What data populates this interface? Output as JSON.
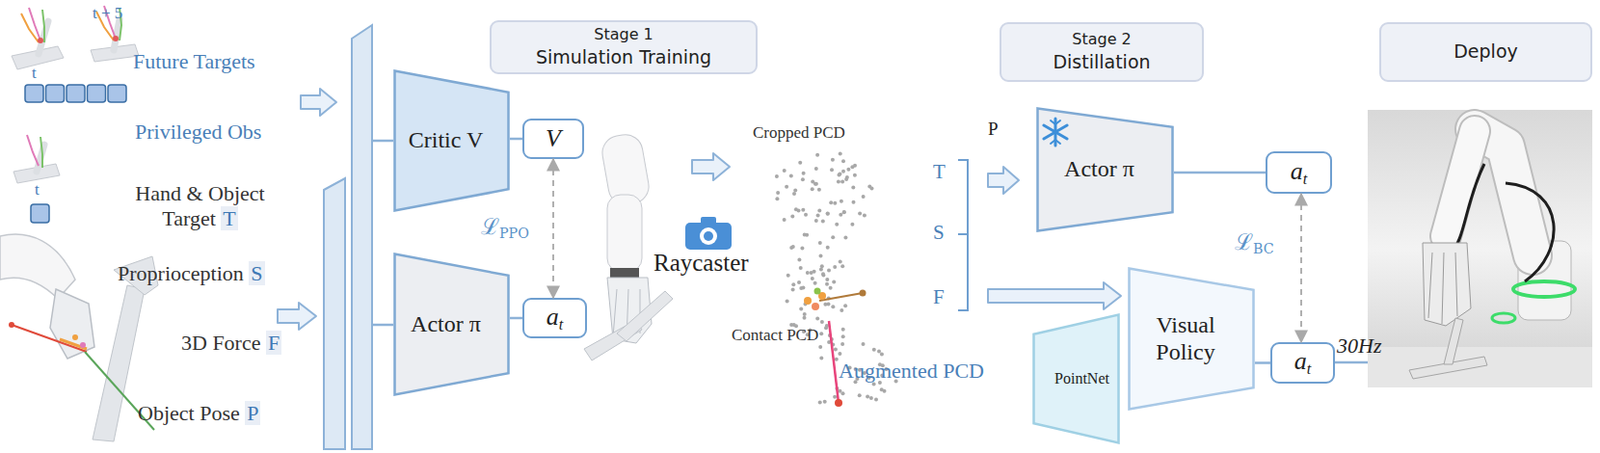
{
  "diagram": {
    "nodes": [
      {
        "text": [
          "Critic V"
        ]
      },
      {
        "text": [
          "V"
        ]
      },
      {
        "text": [
          "Actor π"
        ]
      },
      {
        "text": [
          "at"
        ]
      },
      {
        "text": [
          "Stage 1",
          "Simulation Training"
        ]
      },
      {
        "text": [
          "Stage 2",
          "Distillation"
        ]
      },
      {
        "text": [
          "Actor π"
        ]
      },
      {
        "text": [
          "at"
        ]
      },
      {
        "text": [
          "PointNet"
        ]
      },
      {
        "text": [
          "Visual Policy"
        ]
      },
      {
        "text": [
          "at"
        ]
      },
      {
        "text": [
          "Deploy"
        ]
      }
    ],
    "edges": [
      {
        "from": 0,
        "to": 1,
        "arrow": "none"
      },
      {
        "from": 2,
        "to": 3,
        "arrow": "none"
      },
      {
        "from": 1,
        "to": 3,
        "arrow": "both",
        "label": "ℒPPO"
      },
      {
        "from": 6,
        "to": 7,
        "arrow": "none"
      },
      {
        "from": 7,
        "to": 10,
        "arrow": "both",
        "label": "ℒBC"
      },
      {
        "from": 9,
        "to": 10,
        "arrow": "none"
      }
    ],
    "labels": [
      "Future Targets",
      "t",
      "t + 5",
      "Privileged Obs",
      "t",
      "Hand & Object Target T",
      "Proprioception S",
      "3D Force F",
      "Object Pose P",
      "Cropped PCD",
      "Raycaster",
      "Contact PCD",
      "Augmented PCD",
      "P",
      "T",
      "S",
      "F",
      "30Hz"
    ]
  }
}
